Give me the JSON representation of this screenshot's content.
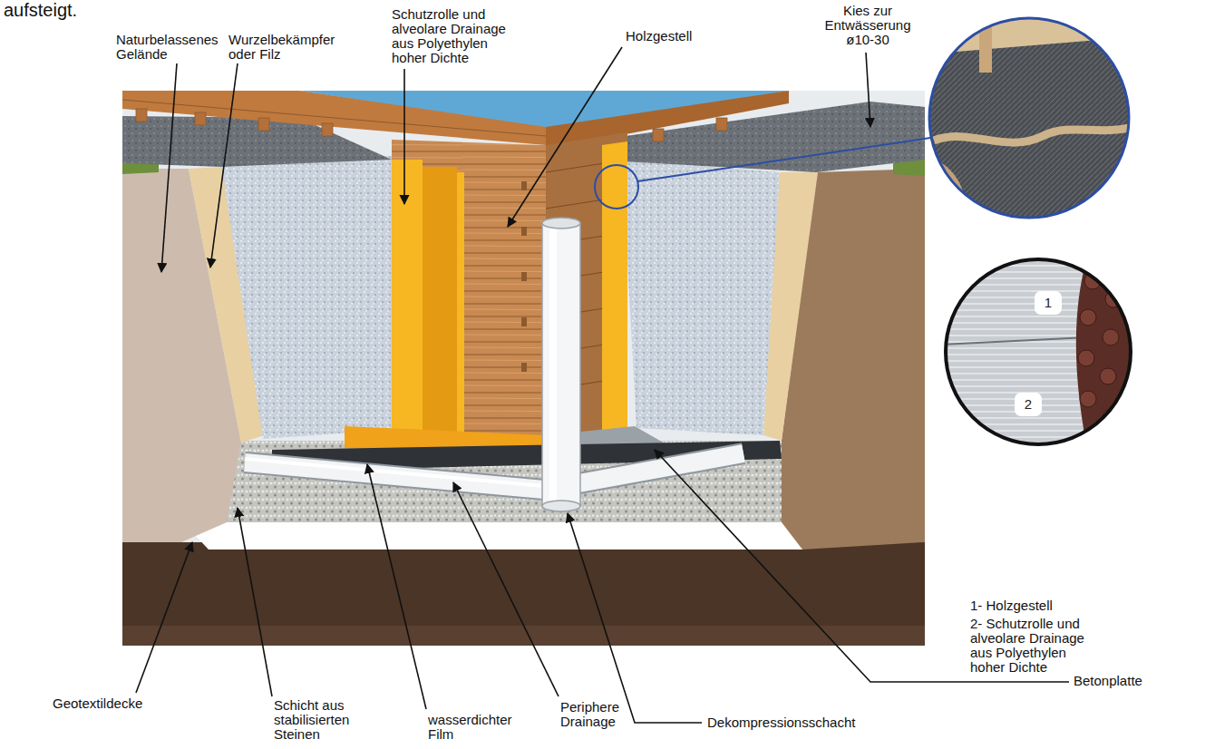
{
  "diagram": {
    "nodes": [
      {
        "text": [
          "1"
        ]
      },
      {
        "text": [
          "2"
        ]
      }
    ],
    "labels": [
      "aufsteigt.",
      "Naturbelassenes Gelände",
      "Wurzelbekämpfer oder Filz",
      "Schutzrolle und alveolare Drainage aus Polyethylen hoher Dichte",
      "Holzgestell",
      "Kies zur Entwässerung ø10-30",
      "Geotextildecke",
      "Schicht aus stabilisierten Steinen",
      "wasserdichter Film",
      "Periphere Drainage",
      "Dekompressionsschacht",
      "Betonplatte",
      "1- Holzgestell",
      "2- Schutzrolle und alveolare Drainage aus Polyethylen hoher Dichte"
    ]
  }
}
